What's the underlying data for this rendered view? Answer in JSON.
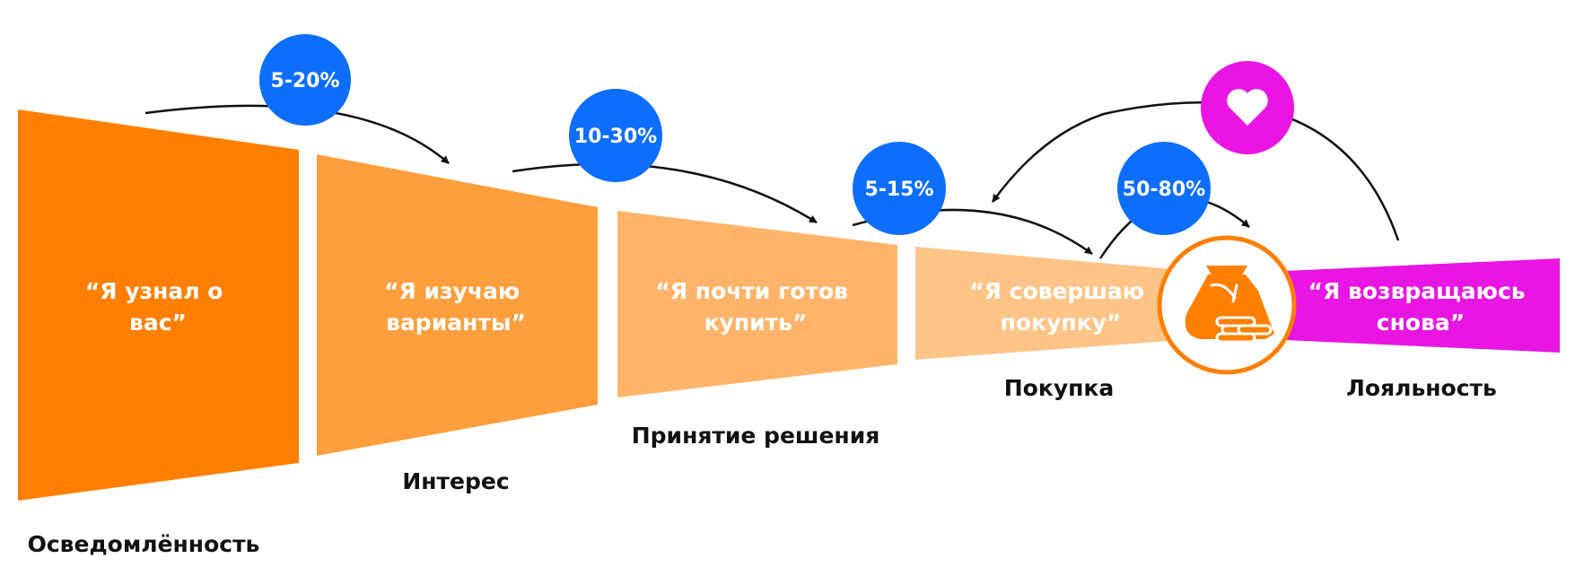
{
  "colors": {
    "awareness": "#ff7f00",
    "interest": "#ff9e3d",
    "decision": "#ffb469",
    "purchase": "#ffc487",
    "loyalty": "#e815e3",
    "rate_badge": "#0d6efd",
    "arrow": "#111111"
  },
  "stages": [
    {
      "name": "Осведомлённость",
      "quote_line1": "“Я узнал о",
      "quote_line2": "вас”"
    },
    {
      "name": "Интерес",
      "quote_line1": "“Я изучаю",
      "quote_line2": "варианты”"
    },
    {
      "name": "Принятие решения",
      "quote_line1": "“Я почти готов",
      "quote_line2": "купить”"
    },
    {
      "name": "Покупка",
      "quote_line1": "“Я совершаю",
      "quote_line2": "покупку”"
    },
    {
      "name": "Лояльность",
      "quote_line1": "“Я возвращаюсь",
      "quote_line2": "снова”"
    }
  ],
  "conversion_rates": [
    "5-20%",
    "10-30%",
    "5-15%",
    "50-80%"
  ],
  "icons": {
    "purchase": "money-bag-icon",
    "loyalty": "heart-icon"
  }
}
